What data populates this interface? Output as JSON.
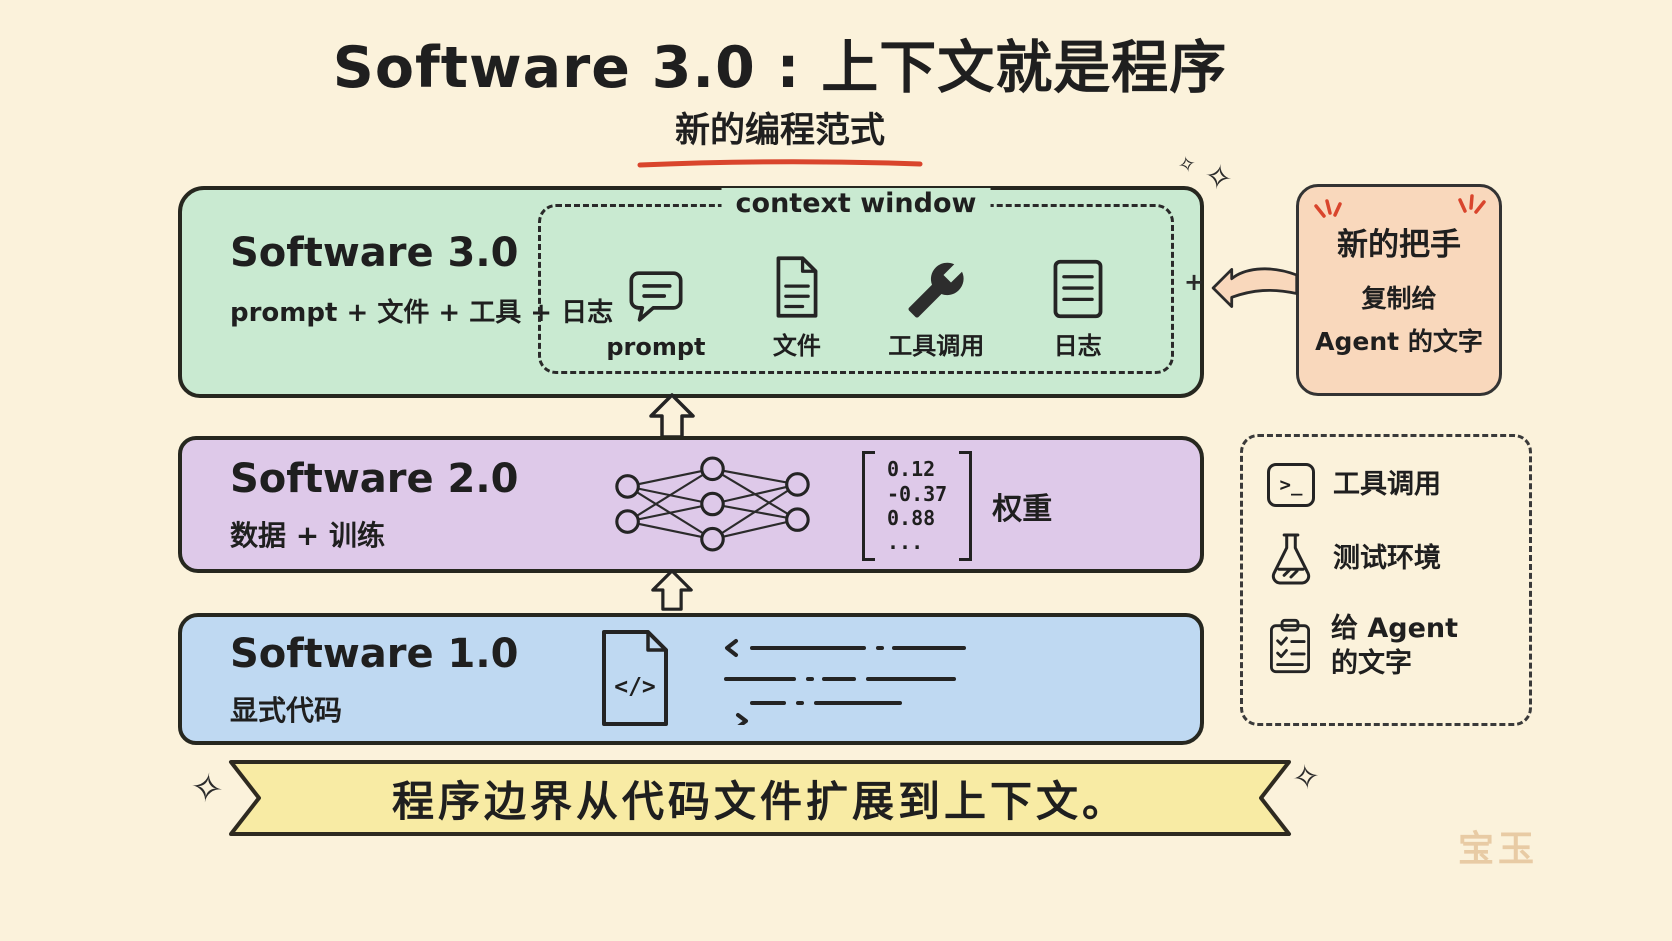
{
  "header": {
    "title": "Software 3.0 : 上下文就是程序",
    "subtitle": "新的编程范式"
  },
  "layers": {
    "sw3": {
      "title": "Software 3.0",
      "formula": "prompt + 文件 + 工具 + 日志",
      "context_window": {
        "label": "context window",
        "items": [
          {
            "icon": "prompt-bubble-icon",
            "label": "prompt"
          },
          {
            "icon": "document-icon",
            "label": "文件"
          },
          {
            "icon": "wrench-icon",
            "label": "工具调用"
          },
          {
            "icon": "log-icon",
            "label": "日志"
          }
        ]
      }
    },
    "sw2": {
      "title": "Software 2.0",
      "formula": "数据 + 训练",
      "weights": {
        "values": [
          "0.12",
          "-0.37",
          "0.88",
          "..."
        ],
        "label": "权重"
      }
    },
    "sw1": {
      "title": "Software 1.0",
      "formula": "显式代码",
      "code_glyph": "</>"
    }
  },
  "callout": {
    "title": "新的把手",
    "body": "复制给\nAgent 的文字"
  },
  "legend": {
    "items": [
      {
        "icon": "terminal-icon",
        "glyph": ">_",
        "label": "工具调用"
      },
      {
        "icon": "flask-icon",
        "label": "测试环境"
      },
      {
        "icon": "clipboard-icon",
        "label": "给 Agent\n的文字"
      }
    ]
  },
  "banner": {
    "text": "程序边界从代码文件扩展到上下文。"
  },
  "decor": {
    "star": "✧",
    "plus": "+"
  },
  "watermark": "宝玉",
  "colors": {
    "background": "#FBF2DB",
    "green": "#C9EAD1",
    "purple": "#DEC9E9",
    "blue": "#BFD9F2",
    "orange": "#F9D8BC",
    "yellow": "#F8EBA4",
    "ink": "#1F1F1F",
    "red": "#D9452C"
  }
}
